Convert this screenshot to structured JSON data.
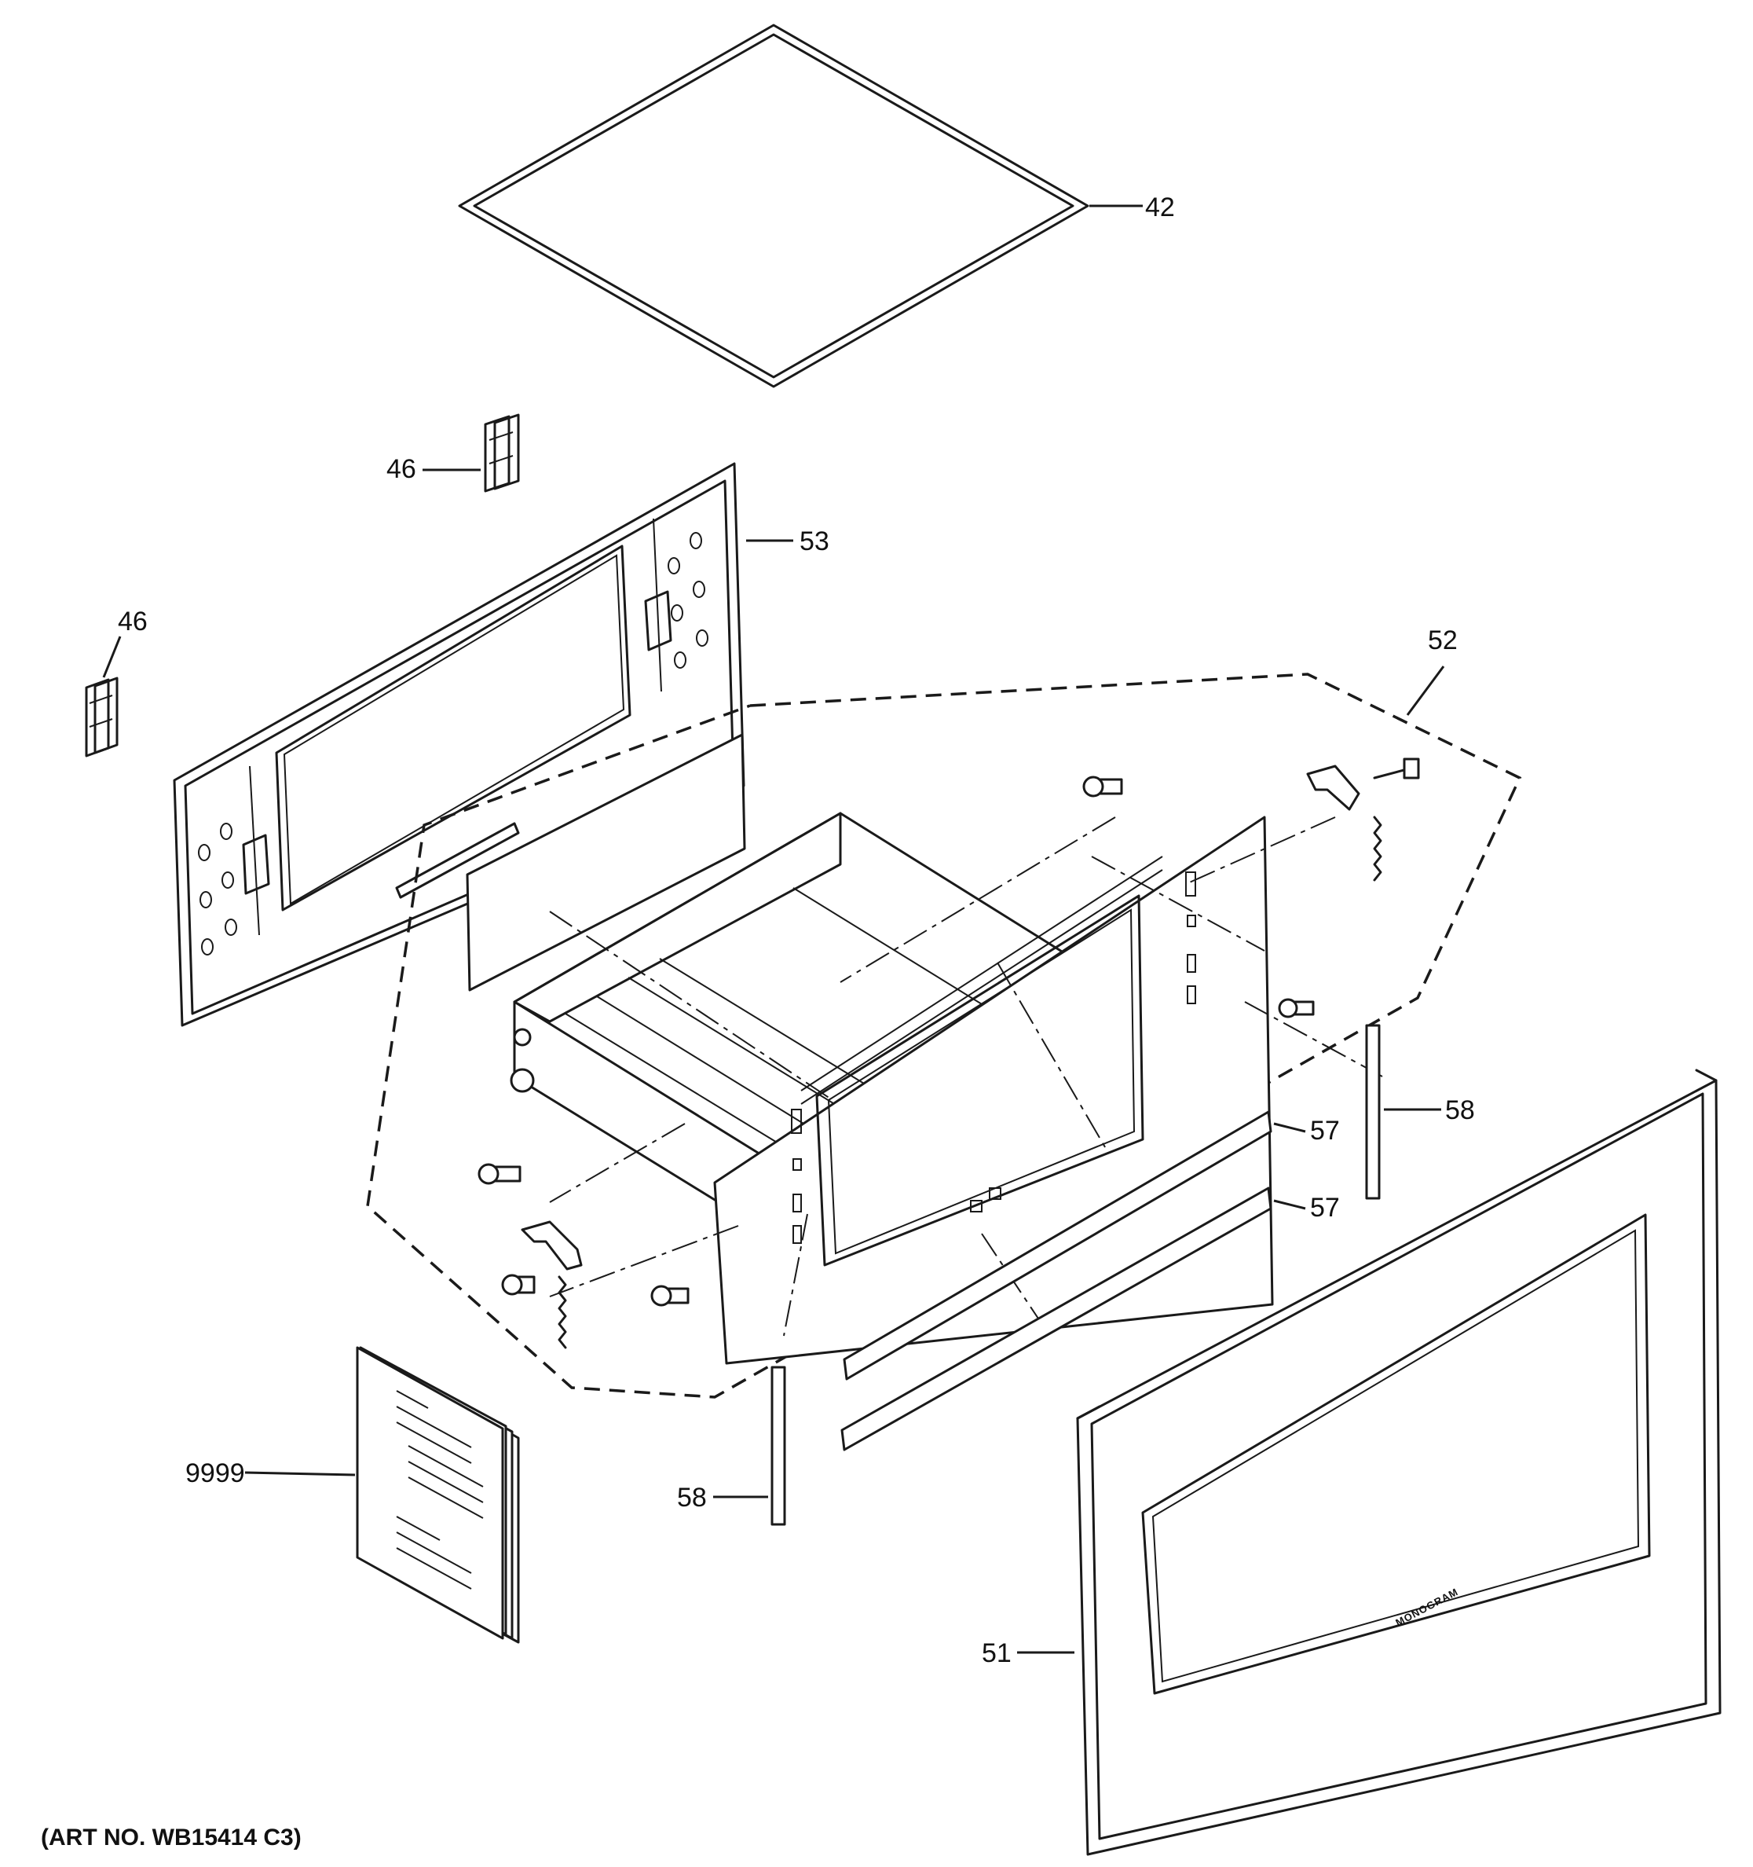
{
  "diagram": {
    "callouts": {
      "p42": "42",
      "p46a": "46",
      "p46b": "46",
      "p53": "53",
      "p52": "52",
      "p57a": "57",
      "p57b": "57",
      "p58a": "58",
      "p58b": "58",
      "p9999": "9999",
      "p51": "51"
    },
    "brand_text": "MONOGRAM",
    "art_number": "(ART NO. WB15414 C3)"
  }
}
